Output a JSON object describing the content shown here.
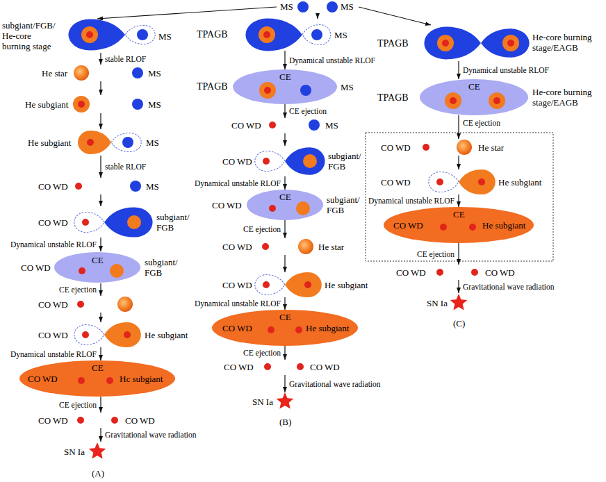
{
  "diagram": {
    "nodes": [
      {
        "text": [
          "MS",
          "MS"
        ]
      },
      {
        "text": [
          "subgiant/FGB/ He-core burning stage",
          "MS"
        ]
      },
      {
        "text": [
          "He star",
          "MS"
        ]
      },
      {
        "text": [
          "He subgiant",
          "MS"
        ]
      },
      {
        "text": [
          "He subgiant",
          "MS"
        ]
      },
      {
        "text": [
          "CO WD",
          "MS"
        ]
      },
      {
        "text": [
          "CO WD",
          "subgiant/ FGB"
        ]
      },
      {
        "text": [
          "CO WD",
          "CE",
          "subgiant/ FGB"
        ]
      },
      {
        "text": [
          "CO WD"
        ]
      },
      {
        "text": [
          "CO WD",
          "He subgiant"
        ]
      },
      {
        "text": [
          "CO WD",
          "CE",
          "Hc subgiant"
        ]
      },
      {
        "text": [
          "CO WD",
          "CO WD"
        ]
      },
      {
        "text": [
          "SN Ia"
        ]
      },
      {
        "text": [
          "TPAGB",
          "MS"
        ]
      },
      {
        "text": [
          "TPAGB",
          "CE",
          "MS"
        ]
      },
      {
        "text": [
          "CO WD",
          "MS"
        ]
      },
      {
        "text": [
          "CO WD",
          "subgiant/ FGB"
        ]
      },
      {
        "text": [
          "CO WD",
          "CE",
          "subgiant/ FGB"
        ]
      },
      {
        "text": [
          "CO WD",
          "He star"
        ]
      },
      {
        "text": [
          "CO WD",
          "He subgiant"
        ]
      },
      {
        "text": [
          "CO WD",
          "CE",
          "He subgiant"
        ]
      },
      {
        "text": [
          "CO WD",
          "CO WD"
        ]
      },
      {
        "text": [
          "SN Ia"
        ]
      },
      {
        "text": [
          "TPAGB",
          "He-core burning stage/EAGB"
        ]
      },
      {
        "text": [
          "TPAGB",
          "CE",
          "He-core burning stage/EAGB"
        ]
      },
      {
        "text": [
          "CO WD",
          "He star"
        ]
      },
      {
        "text": [
          "CO WD",
          "He subgiant"
        ]
      },
      {
        "text": [
          "CO WD",
          "CE",
          "He subgiant"
        ]
      },
      {
        "text": [
          "CO WD",
          "CO WD"
        ]
      },
      {
        "text": [
          "SN Ia"
        ]
      }
    ],
    "edges": [
      {
        "from": 0,
        "to": 1,
        "arrow": "to"
      },
      {
        "from": 0,
        "to": 13,
        "arrow": "to"
      },
      {
        "from": 0,
        "to": 23,
        "arrow": "to"
      },
      {
        "from": 1,
        "to": 2,
        "label": "stable RLOF",
        "arrow": "to"
      },
      {
        "from": 2,
        "to": 3,
        "arrow": "to"
      },
      {
        "from": 3,
        "to": 4,
        "arrow": "to"
      },
      {
        "from": 4,
        "to": 5,
        "label": "stable RLOF",
        "arrow": "to"
      },
      {
        "from": 5,
        "to": 6,
        "arrow": "to"
      },
      {
        "from": 6,
        "to": 7,
        "label": "Dynamical unstable RLOF",
        "arrow": "to"
      },
      {
        "from": 7,
        "to": 8,
        "label": "CE ejection",
        "arrow": "to"
      },
      {
        "from": 8,
        "to": 9,
        "arrow": "to"
      },
      {
        "from": 9,
        "to": 10,
        "label": "Dynamical unstable RLOF",
        "arrow": "to"
      },
      {
        "from": 10,
        "to": 11,
        "label": "CE ejection",
        "arrow": "to"
      },
      {
        "from": 11,
        "to": 12,
        "label": "Gravitational wave radiation",
        "arrow": "to"
      },
      {
        "from": 13,
        "to": 14,
        "label": "Dynamical unstable RLOF",
        "arrow": "to"
      },
      {
        "from": 14,
        "to": 15,
        "label": "CE ejection",
        "arrow": "to"
      },
      {
        "from": 15,
        "to": 16,
        "arrow": "to"
      },
      {
        "from": 16,
        "to": 17,
        "label": "Dynamical unstable RLOF",
        "arrow": "to"
      },
      {
        "from": 17,
        "to": 18,
        "label": "CE ejection",
        "arrow": "to"
      },
      {
        "from": 18,
        "to": 19,
        "arrow": "to"
      },
      {
        "from": 19,
        "to": 20,
        "label": "Dynamical unstable RLOF",
        "arrow": "to"
      },
      {
        "from": 20,
        "to": 21,
        "label": "CE ejection",
        "arrow": "to"
      },
      {
        "from": 21,
        "to": 22,
        "label": "Gravitational wave radiation",
        "arrow": "to"
      },
      {
        "from": 23,
        "to": 24,
        "label": "Dynamical unstable RLOF",
        "arrow": "to"
      },
      {
        "from": 24,
        "to": 25,
        "label": "CE ejection",
        "arrow": "to"
      },
      {
        "from": 25,
        "to": 26,
        "arrow": "to"
      },
      {
        "from": 26,
        "to": 27,
        "label": "Dynamical unstable RLOF",
        "arrow": "to"
      },
      {
        "from": 27,
        "to": 28,
        "label": "CE ejection",
        "arrow": "to"
      },
      {
        "from": 28,
        "to": 29,
        "label": "Gravitational wave radiation",
        "arrow": "to"
      }
    ],
    "labels": [
      "(A)",
      "(B)",
      "(C)"
    ]
  }
}
